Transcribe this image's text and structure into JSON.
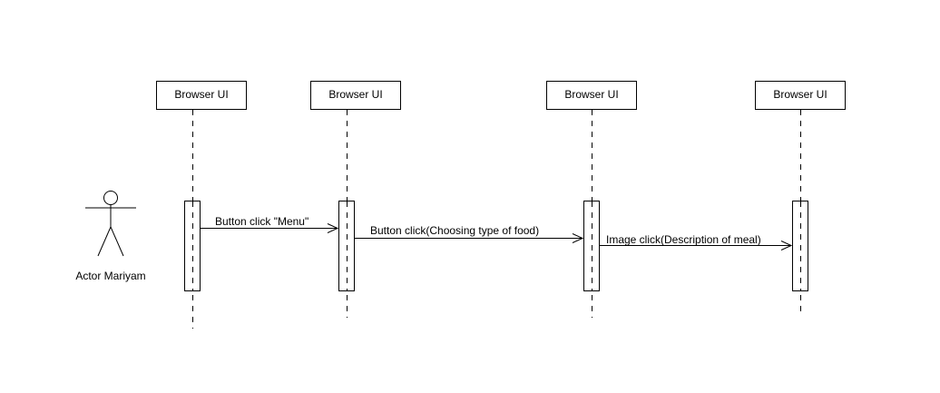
{
  "diagram": {
    "type": "sequence",
    "actor": {
      "name": "Actor Mariyam"
    },
    "lifelines": [
      {
        "label": "Browser UI"
      },
      {
        "label": "Browser UI"
      },
      {
        "label": "Browser UI"
      },
      {
        "label": "Browser UI"
      }
    ],
    "messages": [
      {
        "from": 0,
        "to": 1,
        "label": "Button click \"Menu\""
      },
      {
        "from": 1,
        "to": 2,
        "label": "Button click(Choosing type of food)"
      },
      {
        "from": 2,
        "to": 3,
        "label": "Image click(Description of meal)"
      }
    ],
    "colors": {
      "line": "#000000",
      "background": "#ffffff"
    }
  }
}
